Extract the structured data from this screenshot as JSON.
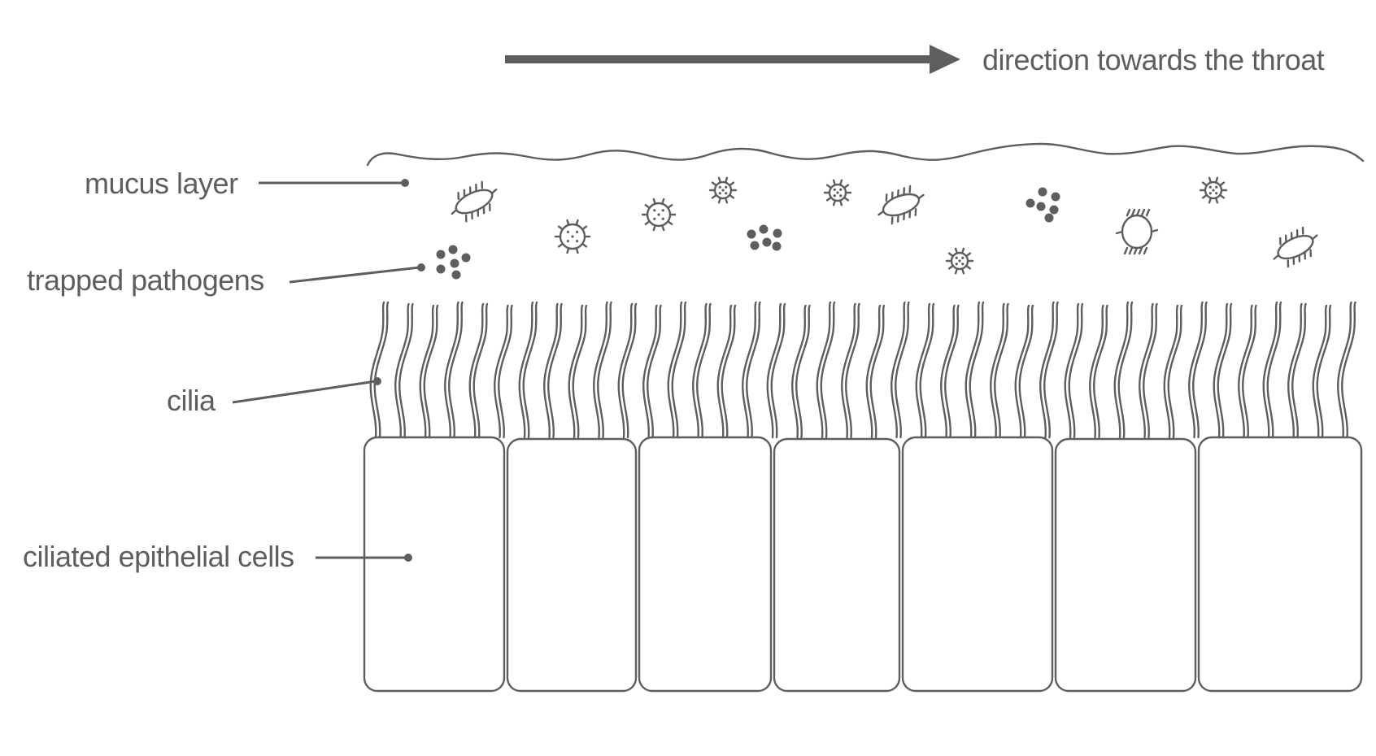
{
  "direction_label": "direction towards the throat",
  "labels": {
    "mucus": "mucus layer",
    "pathogens": "trapped pathogens",
    "cilia": "cilia",
    "cells": "ciliated epithelial cells"
  },
  "cell_count": 7,
  "line_color": "#5e5e60",
  "icons": [
    "arrow-right-icon",
    "bacterium-icon",
    "virus-icon",
    "spore-cluster-icon"
  ]
}
